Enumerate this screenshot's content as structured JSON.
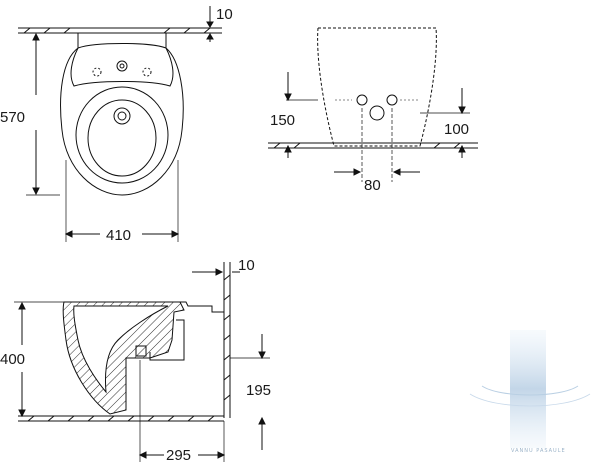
{
  "top_view": {
    "depth_label": "570",
    "width_label": "410",
    "wall_label": "10"
  },
  "front_view": {
    "inlet_height_label": "150",
    "outlet_height_label": "100",
    "outlet_spacing_label": "80"
  },
  "side_view": {
    "height_label": "400",
    "wall_label": "10",
    "drain_height_label": "195",
    "drain_depth_label": "295"
  },
  "watermark": {
    "text": "VANNU PASAULE",
    "color": "#a9c4de"
  }
}
